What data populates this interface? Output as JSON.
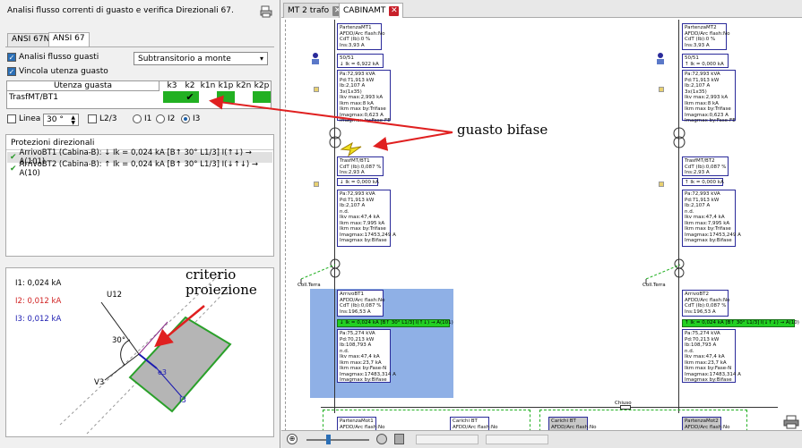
{
  "panel": {
    "title": "Analisi flusso correnti di guasto e verifica Direzionali 67.",
    "tabs": [
      "ANSI 67N",
      "ANSI 67"
    ],
    "check_analisi": "Analisi flusso guasti",
    "select_value": "Subtransitorio a monte",
    "check_vincola": "Vincola utenza guasto",
    "grid_header": "Utenza guasta",
    "grid_cols": [
      "k3",
      "k2",
      "k1n",
      "k1p",
      "k2n",
      "k2p"
    ],
    "grid_row": "TrasfMT/BT1",
    "linea_label": "Linea",
    "angle_value": "30 °",
    "l23_label": "L2/3",
    "radio_labels": [
      "I1",
      "I2",
      "I3"
    ],
    "prot_title": "Protezioni direzionali",
    "prot_items": [
      "ArrivoBT1 (Cabina-B): ↓ Ik = 0,024 kA [B↑ 30° L1/3] I(↑↓) → A(101)",
      "ArrivoBT2 (Cabina-B): ↑ Ik = 0,024 kA [B↑ 30° L1/3] I(↓↑↓) → A(10)"
    ],
    "currents": [
      "I1: 0,024 kA",
      "I2: 0,012 kA",
      "I3: 0,012 kA"
    ],
    "diagram_labels": {
      "u12": "U12",
      "v3": "V3",
      "deg": "30°",
      "i3": "I3",
      "e3": "e3"
    }
  },
  "doc_tabs": [
    "MT 2 trafo",
    "CABINAMT"
  ],
  "annotations": {
    "guasto": "guasto bifase",
    "criterio": "criterio\nproiezione"
  },
  "schematic": {
    "left": {
      "top_box": "PartenzaMT1\nAFDD/Arc flash:No\nCdT (Ib):0 %\nIns:3,93 A",
      "relay_box": "50/51\n↓ Ik = 6,922 kA",
      "data_box": "Pa:72,993 kVA\nPd:71,913 kW\nIb:2,107 A\n3x(1x35)\nIkv max:2,993 kA\nIkm max:8 kA\nIkm max by:Trifase\nImagmax:0,623 A\nImagmax by:Fase-FE",
      "trafo_box": "TrasfMT/BT1\nCdT (Ib):0,087 %\nIns:2,93 A",
      "ik_box": "↓ Ik = 0,000 kA",
      "data2_box": "Pa:72,993 kVA\nPd:71,913 kW\nIb:2,107 A\nn.d.\nIkv max:47,4 kA\nIkm max:7,995 kA\nIkm max by:Trifase\nImagmax:17453,249 A\nImagmax by:Bifase",
      "ground": "Coll.Terra",
      "arrivo_box": "ArrivoBT1\nAFDD/Arc flash:No\nCdT (Ib):0,087 %\nIns:196,53 A",
      "green_bar": "↓ Ik = 0,024 kA [B↑ 30° L1/3] I(↑↓) → A(101)",
      "data3_box": "Pa:75,274 kVA\nPd:70,213 kW\nIb:108,793 A\nn.d.\nIkv max:47,4 kA\nIkm max:23,7 kA\nIkm max by:Fase-N\nImagmax:17483,314 A\nImagmax by:Bifase",
      "bottom1": "PartenzaMot1\nAFDD/Arc flash:No",
      "bottom2": "Carichi BT\nAFDD/Arc flash:No"
    },
    "right": {
      "top_box": "PartenzaMT2\nAFDD/Arc flash:No\nCdT (Ib):0 %\nIns:3,93 A",
      "relay_box": "50/51\n↑ Ik = 0,000 kA",
      "data_box": "Pa:72,993 kVA\nPd:71,913 kW\nIb:2,107 A\n3x(1x35)\nIkv max:2,993 kA\nIkm max:8 kA\nIkm max by:Trifase\nImagmax:0,623 A\nImagmax by:Fase-FE",
      "trafo_box": "TrasfMT/BT2\nCdT (Ib):0,087 %\nIns:2,93 A",
      "ik_box": "↑ Ik = 0,000 kA",
      "data2_box": "Pa:72,993 kVA\nPd:71,913 kW\nIb:2,107 A\nn.d.\nIkv max:47,4 kA\nIkm max:7,995 kA\nIkm max by:Trifase\nImagmax:17453,249 A\nImagmax by:Bifase",
      "ground": "Coll.Terra",
      "arrivo_box": "ArrivoBT2\nAFDD/Arc flash:No\nCdT (Ib):0,087 %\nIns:196,53 A",
      "green_bar": "↑ Ik = 0,024 kA [B↑ 30° L1/3] I(↓↑↓) → A(10)",
      "data3_box": "Pa:75,274 kVA\nPd:70,213 kW\nIb:108,793 A\nn.d.\nIkv max:47,4 kA\nIkm max:23,7 kA\nIkm max by:Fase-N\nImagmax:17483,314 A\nImagmax by:Bifase",
      "bottom1": "Carichi BT\nAFDD/Arc flash:No",
      "bottom2": "PartenzaMot2\nAFDD/Arc flash:No"
    },
    "coupler": "Chiuso"
  },
  "colors": {
    "accent": "#2b6fb6",
    "green": "#22b022",
    "arrow": "#e02020",
    "highlight": "#8fb0e6"
  }
}
